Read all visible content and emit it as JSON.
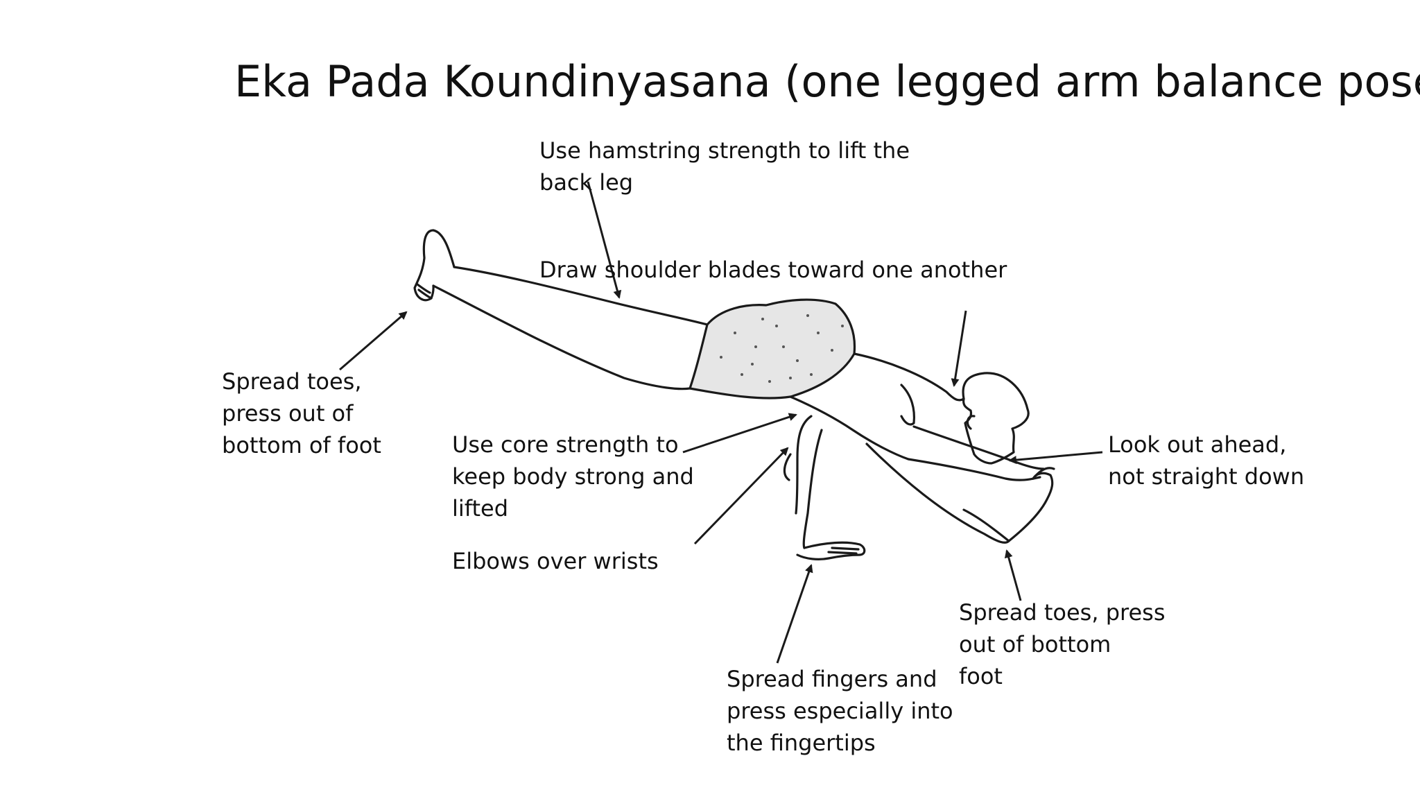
{
  "title": "Eka Pada Koundinyasana (one legged arm balance pose)",
  "annotations": {
    "hamstring": "Use hamstring strength to lift the\nback leg",
    "shoulder_blades": "Draw shoulder blades toward one another",
    "back_foot_toes": "Spread toes,\npress out of\nbottom of foot",
    "core": "Use core strength to\nkeep body strong and\nlifted",
    "elbows": "Elbows over wrists",
    "look": "Look out ahead,\nnot straight down",
    "front_foot_toes": "Spread toes, press\nout of bottom\nfoot",
    "fingers": "Spread fingers and\npress especially into\nthe fingertips"
  }
}
